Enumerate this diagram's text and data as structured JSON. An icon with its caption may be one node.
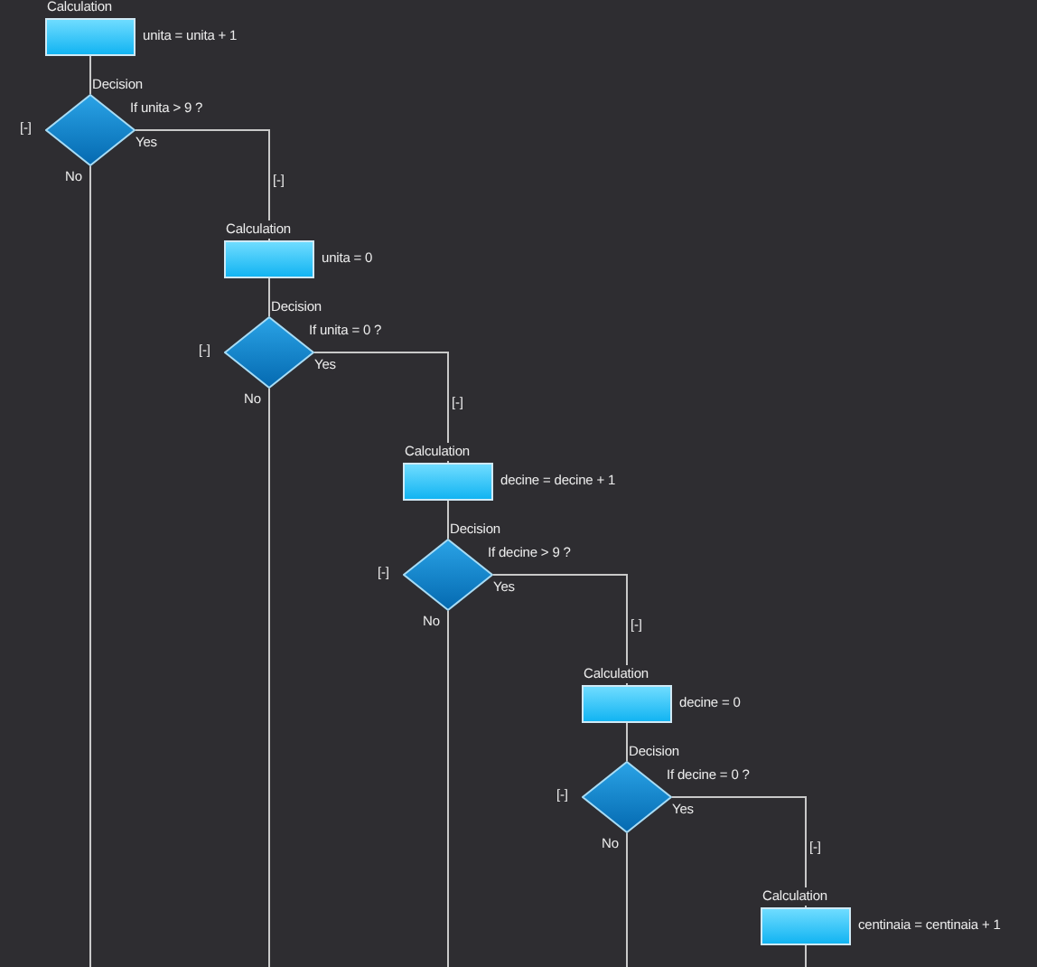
{
  "diagram": {
    "nodes": [
      {
        "text": [
          "Calculation",
          "unita = unita + 1"
        ]
      },
      {
        "text": [
          "Decision",
          "If unita > 9 ?"
        ]
      },
      {
        "text": [
          "Calculation",
          "unita = 0"
        ]
      },
      {
        "text": [
          "Decision",
          "If unita = 0 ?"
        ]
      },
      {
        "text": [
          "Calculation",
          "decine = decine + 1"
        ]
      },
      {
        "text": [
          "Decision",
          "If decine > 9 ?"
        ]
      },
      {
        "text": [
          "Calculation",
          "decine = 0"
        ]
      },
      {
        "text": [
          "Decision",
          "If decine = 0 ?"
        ]
      },
      {
        "text": [
          "Calculation",
          "centinaia = centinaia + 1"
        ]
      }
    ],
    "edges": [
      {
        "from": 0,
        "to": 1,
        "arrow": "none"
      },
      {
        "from": 1,
        "to": 2,
        "arrow": "none",
        "label": "Yes"
      },
      {
        "from": 1,
        "to": null,
        "arrow": "none",
        "label": "No"
      },
      {
        "from": 2,
        "to": 3,
        "arrow": "none"
      },
      {
        "from": 3,
        "to": 4,
        "arrow": "none",
        "label": "Yes"
      },
      {
        "from": 3,
        "to": null,
        "arrow": "none",
        "label": "No"
      },
      {
        "from": 4,
        "to": 5,
        "arrow": "none"
      },
      {
        "from": 5,
        "to": 6,
        "arrow": "none",
        "label": "Yes"
      },
      {
        "from": 5,
        "to": null,
        "arrow": "none",
        "label": "No"
      },
      {
        "from": 6,
        "to": 7,
        "arrow": "none"
      },
      {
        "from": 7,
        "to": 8,
        "arrow": "none",
        "label": "Yes"
      },
      {
        "from": 7,
        "to": null,
        "arrow": "none",
        "label": "No"
      },
      {
        "from": 8,
        "to": null,
        "arrow": "none"
      }
    ],
    "labels": [
      "[-]",
      "[-]",
      "[-]",
      "[-]",
      "[-]",
      "[-]",
      "[-]",
      "[-]"
    ]
  }
}
